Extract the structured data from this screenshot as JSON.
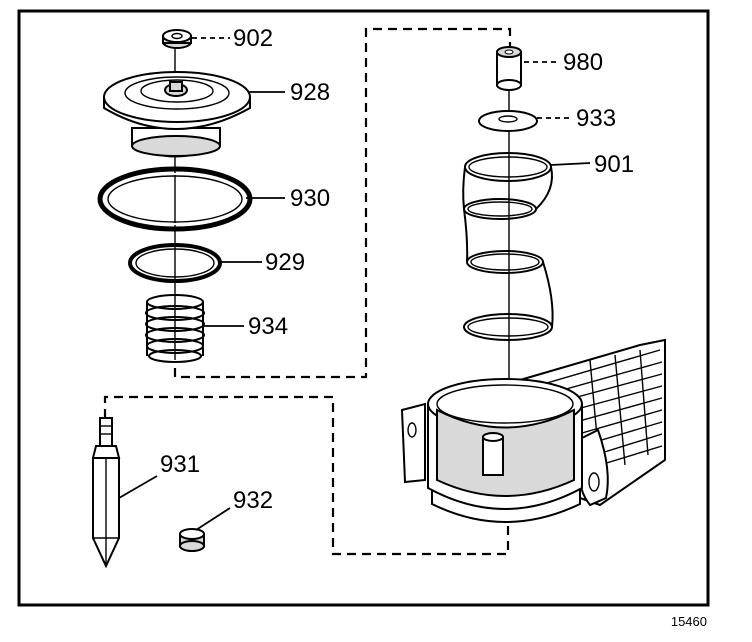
{
  "labels": {
    "p902": "902",
    "p928": "928",
    "p930": "930",
    "p929": "929",
    "p934": "934",
    "p931": "931",
    "p932": "932",
    "p980": "980",
    "p933": "933",
    "p901": "901"
  },
  "figure_id": "15460",
  "colors": {
    "line": "#000000",
    "background": "#ffffff",
    "shade": "#d9d9d9"
  }
}
